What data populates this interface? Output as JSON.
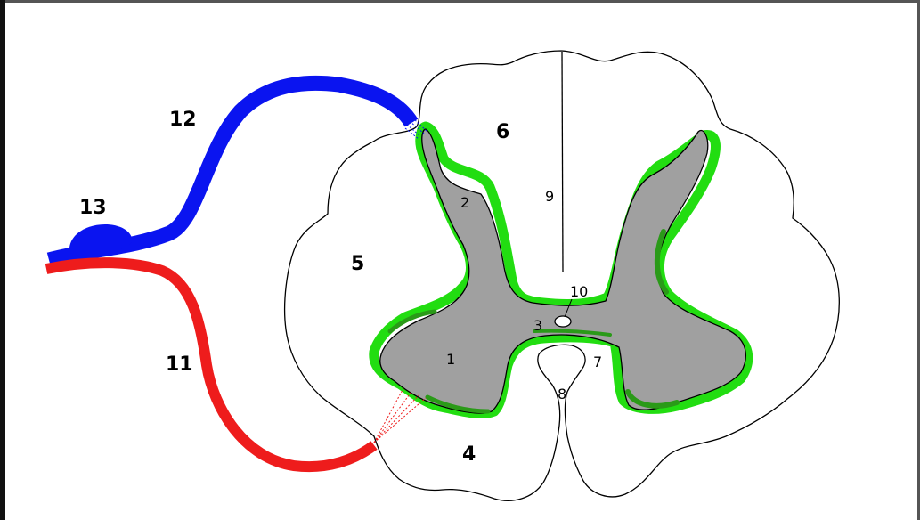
{
  "colors": {
    "white_matter_fill": "#ffffff",
    "outline": "#000000",
    "grey_matter": "#a0a0a0",
    "highlight_green": "#22dd11",
    "dark_green": "#2a9a18",
    "sensory_blue": "#0a14f0",
    "motor_red": "#ee1c1c"
  },
  "labels": {
    "anterior_horn": "1",
    "posterior_horn": "2",
    "grey_commissure": "3",
    "anterior_funiculus": "4",
    "lateral_funiculus": "5",
    "posterior_funiculus": "6",
    "white_commissure": "7",
    "anterior_median_fissure": "8",
    "posterior_median_septum": "9",
    "central_canal": "10",
    "ventral_root": "11",
    "dorsal_root": "12",
    "dorsal_root_ganglion": "13"
  }
}
